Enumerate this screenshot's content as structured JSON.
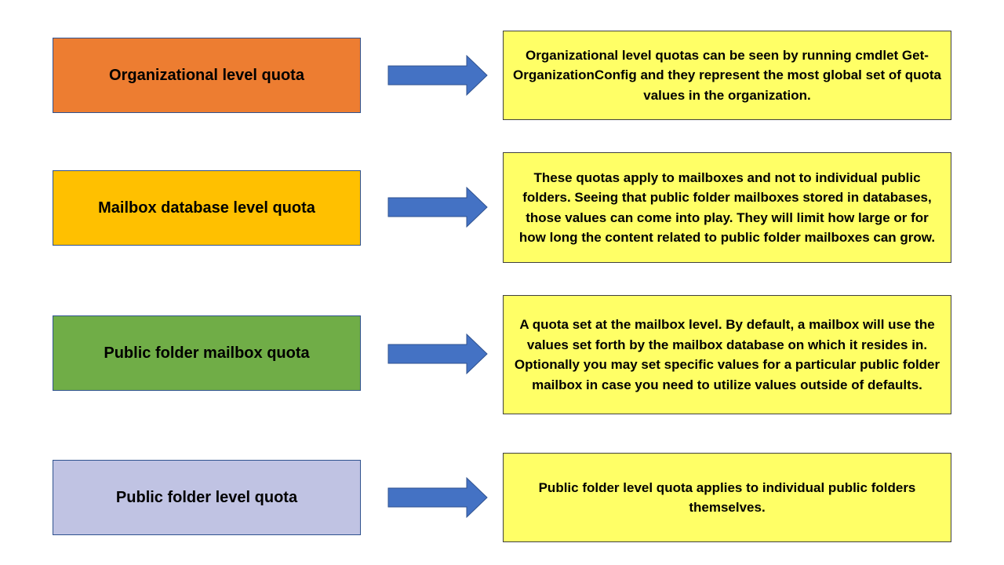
{
  "rows": [
    {
      "level": "Organizational level quota",
      "color": "#ed7d31",
      "description": "Organizational  level quotas can be seen by running  cmdlet Get-OrganizationConfig  and they represent the most global set of quota values in the organization."
    },
    {
      "level": "Mailbox database level quota",
      "color": "#ffc000",
      "description": "These quotas apply to mailboxes and not to individual public folders. Seeing that public folder mailboxes stored in databases, those values can come into play. They will limit how large or for how long the content related to public folder mailboxes can grow."
    },
    {
      "level": "Public folder mailbox quota",
      "color": "#70ad47",
      "description": "A quota set at the mailbox level. By default, a mailbox will use the values set forth by the mailbox database on which it resides in. Optionally  you may set specific values for a particular  public folder mailbox in case you need to utilize values outside of defaults."
    },
    {
      "level": "Public folder level quota",
      "color": "#c0c3e3",
      "description": "Public folder level quota applies to individual public folders themselves."
    }
  ],
  "description_color": "#ffff66",
  "arrow_color": "#4472c4",
  "arrow_icon": "right-arrow-icon"
}
